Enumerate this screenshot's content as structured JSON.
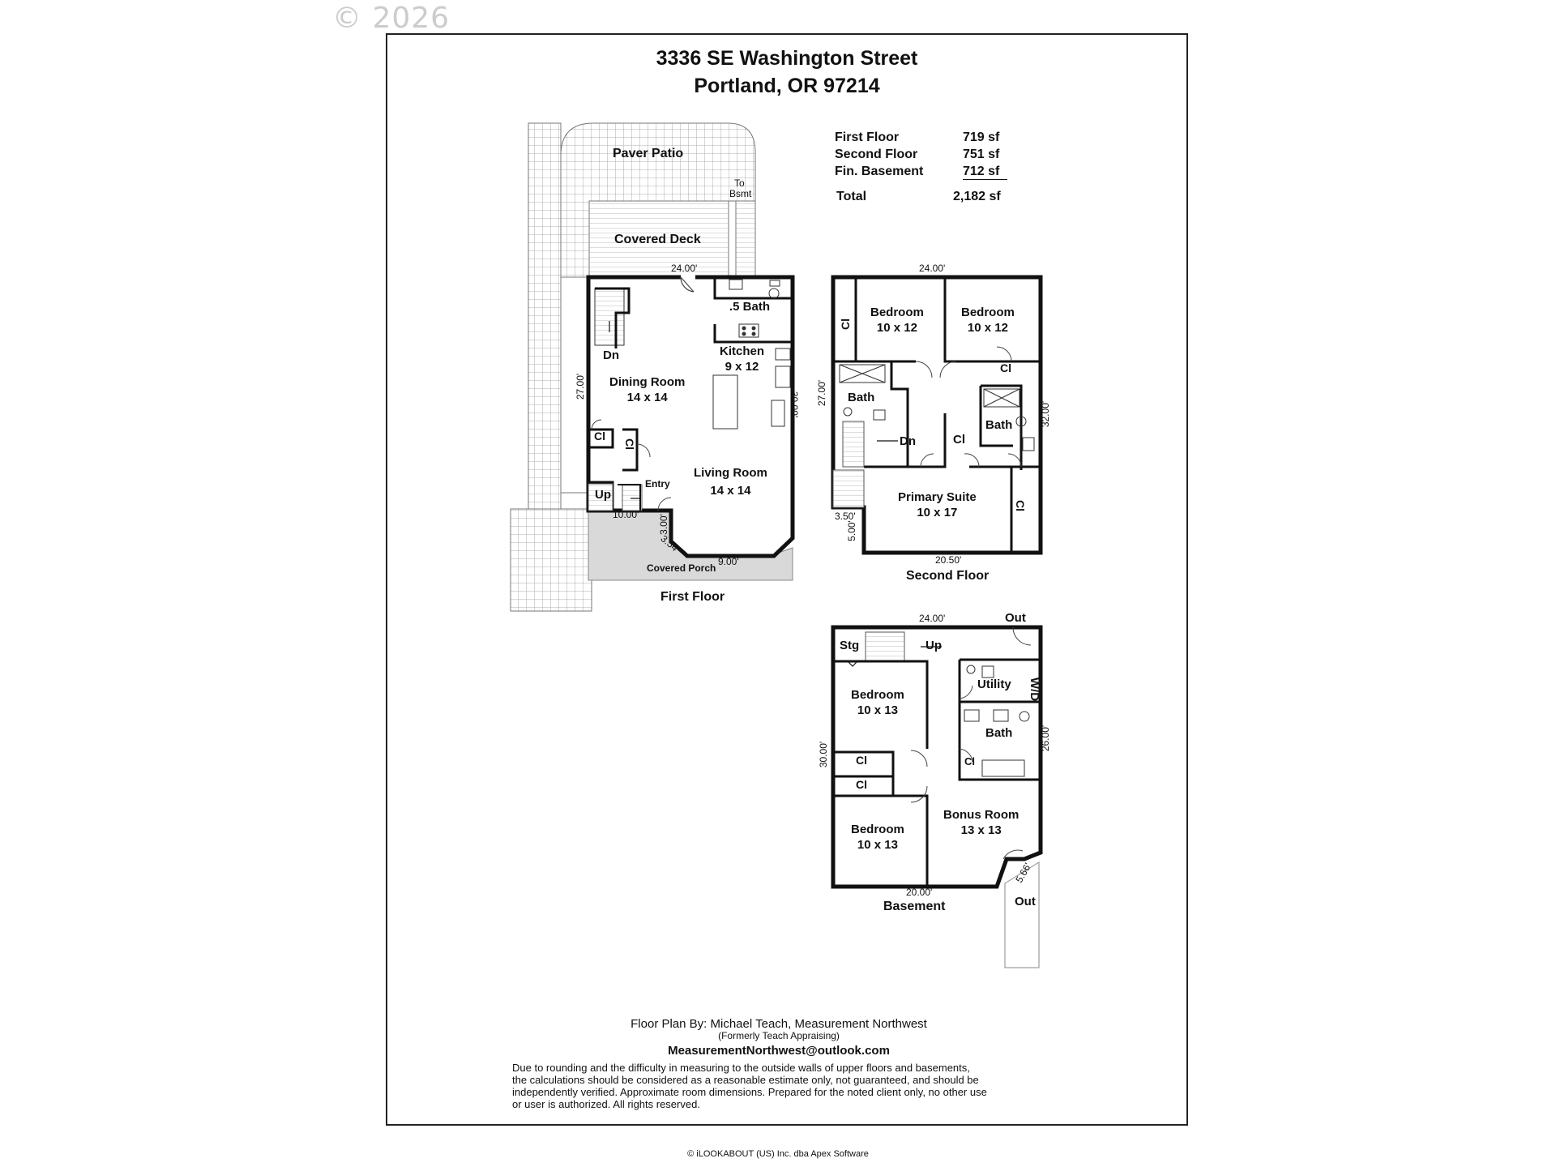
{
  "watermark": "© 2026",
  "header": {
    "line1": "3336 SE Washington Street",
    "line2": "Portland, OR 97214"
  },
  "areas": [
    {
      "label": "First Floor",
      "value": "719 sf"
    },
    {
      "label": "Second Floor",
      "value": "751 sf"
    },
    {
      "label": "Fin. Basement",
      "value": "712 sf"
    }
  ],
  "total": {
    "label": "Total",
    "value": "2,182 sf"
  },
  "first_floor": {
    "caption": "First Floor",
    "patio": "Paver Patio",
    "to_bsmt": [
      "To",
      "Bsmt"
    ],
    "covered_deck": "Covered Deck",
    "half_bath": ".5 Bath",
    "kitchen": [
      "Kitchen",
      "9 x 12"
    ],
    "dn": "Dn",
    "dining": [
      "Dining Room",
      "14 x 14"
    ],
    "living": [
      "Living Room",
      "14 x 14"
    ],
    "cl1": "Cl",
    "cl2": "Cl",
    "up": "Up",
    "entry": "Entry",
    "covered_porch": "Covered Porch",
    "dims": {
      "top": "24.00'",
      "left": "27.00'",
      "right": "30.00'",
      "bottom_left": "10.00'",
      "bay_side": "3.00'",
      "bay_diag": "3.54'",
      "bay_front": "9.00'"
    }
  },
  "second_floor": {
    "caption": "Second Floor",
    "bedroom1": [
      "Bedroom",
      "10 x 12"
    ],
    "bedroom2": [
      "Bedroom",
      "10 x 12"
    ],
    "cl_left": "Cl",
    "cl_right": "Cl",
    "bath_left": "Bath",
    "dn": "Dn",
    "cl_mid": "Cl",
    "bath_right": "Bath",
    "primary": [
      "Primary Suite",
      "10 x 17"
    ],
    "cl_primary": "Cl",
    "dims": {
      "top": "24.00'",
      "left": "27.00'",
      "right": "32.00'",
      "notch_w": "3.50'",
      "notch_h": "5.00'",
      "bottom": "20.50'"
    }
  },
  "basement": {
    "caption": "Basement",
    "stg": "Stg",
    "up": "Up",
    "out_top": "Out",
    "utility": "Utility",
    "wd": "W/D",
    "bedroom1": [
      "Bedroom",
      "10 x 13"
    ],
    "bath": "Bath",
    "cl_bath": "Cl",
    "cl1": "Cl",
    "cl2": "Cl",
    "bonus": [
      "Bonus Room",
      "13 x 13"
    ],
    "bedroom2": [
      "Bedroom",
      "10 x 13"
    ],
    "out_bottom": "Out",
    "dims": {
      "top": "24.00'",
      "left": "30.00'",
      "right": "26.00'",
      "bottom": "20.00'",
      "diag": "5.66'"
    }
  },
  "credit": {
    "line1": "Floor Plan By: Michael Teach, Measurement Northwest",
    "line2": "(Formerly Teach Appraising)",
    "email": "MeasurementNorthwest@outlook.com"
  },
  "disclaimer": [
    "Due to rounding and the difficulty in measuring to the outside walls of upper floors and basements,",
    "the calculations should be considered as a reasonable estimate only, not guaranteed, and should be",
    "independently verified. Approximate room dimensions. Prepared for the noted client only, no other use",
    "or user is authorized. All rights reserved."
  ],
  "footer": "© iLOOKABOUT (US) Inc. dba Apex Software"
}
